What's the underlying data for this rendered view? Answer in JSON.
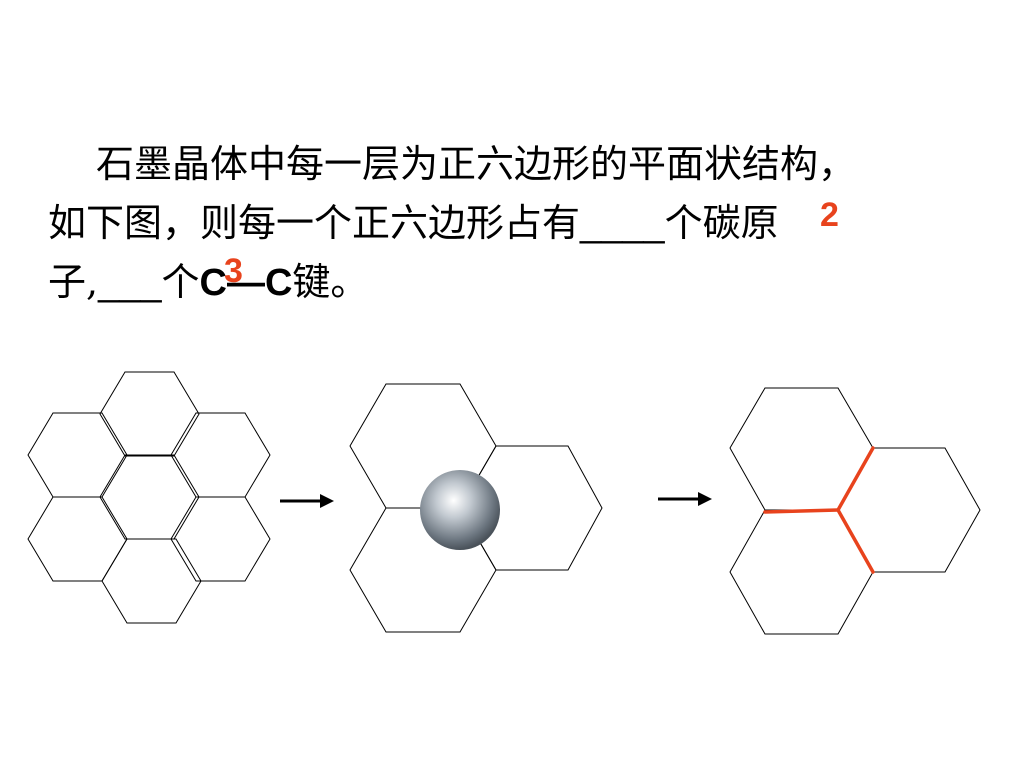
{
  "question": {
    "line1": "石墨晶体中每一层为正六边形的平面状结构，",
    "line2_prefix": "如下图，则每一个正六边形占有",
    "blank1": "____",
    "line2_suffix": "个碳原",
    "line3_prefix": "子,",
    "blank2": "___",
    "line3_mid": "个",
    "bond": "C—C",
    "line3_suffix": "键。"
  },
  "answers": {
    "carbon_atoms": "2",
    "cc_bonds": "3"
  },
  "colors": {
    "answer": "#e8431d",
    "bond_highlight": "#e8431d",
    "stroke": "#000000"
  },
  "icons": [
    "hexagon-lattice-icon",
    "arrow-right-icon",
    "carbon-atom-sphere-icon",
    "three-hexagon-icon",
    "bond-highlight-icon"
  ]
}
